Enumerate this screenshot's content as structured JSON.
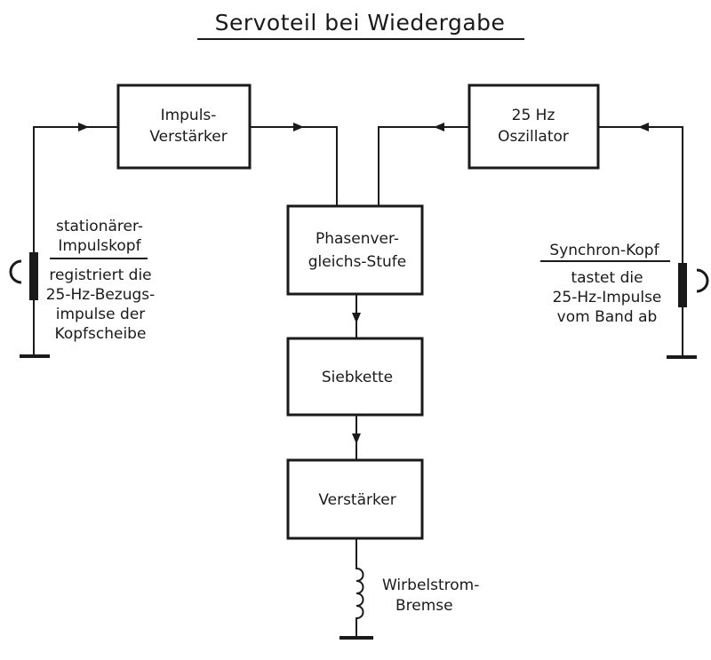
{
  "title": "Servoteil bei Wiedergabe",
  "blocks": {
    "impuls_verstaerker": [
      "Impuls-",
      "Verstärker"
    ],
    "oszillator": [
      "25 Hz",
      "Oszillator"
    ],
    "phasenvergleich": [
      "Phasenver-",
      "gleichs-Stufe"
    ],
    "siebkette": "Siebkette",
    "verstaerker": "Verstärker"
  },
  "left_head": {
    "name": [
      "stationärer-",
      "Impulskopf"
    ],
    "description": [
      "registriert die",
      "25-Hz-Bezugs-",
      "impulse der",
      "Kopfscheibe"
    ]
  },
  "right_head": {
    "name": "Synchron-Kopf",
    "description": [
      "tastet die",
      "25-Hz-Impulse",
      "vom Band ab"
    ]
  },
  "brake": [
    "Wirbelstrom-",
    "Bremse"
  ]
}
